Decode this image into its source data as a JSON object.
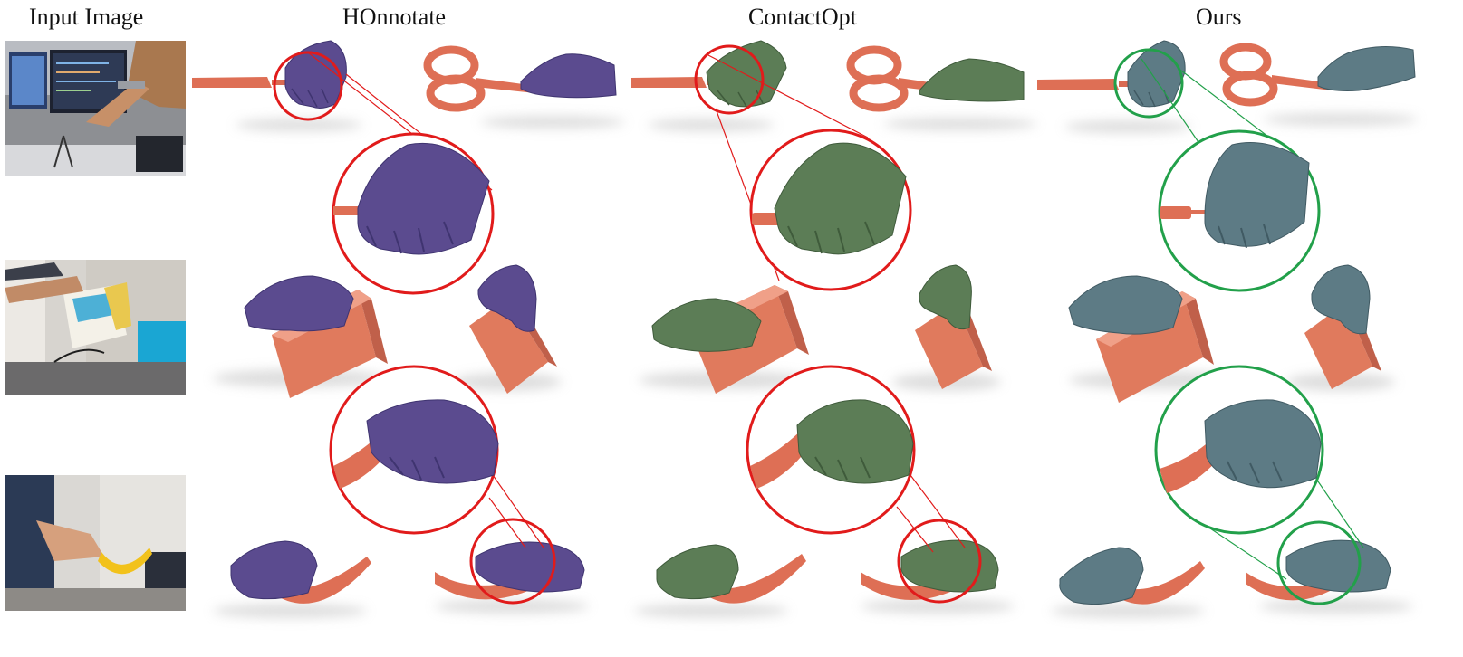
{
  "figure": {
    "columns": [
      "Input Image",
      "HOnnotate",
      "ContactOpt",
      "Ours"
    ],
    "rows": [
      {
        "object": "screwdriver",
        "comparison": "scissors"
      },
      {
        "object": "box",
        "comparison": "box"
      },
      {
        "object": "banana",
        "comparison": "banana"
      }
    ]
  },
  "colors": {
    "honnotate_hand": "#5b4b8f",
    "contactopt_hand": "#5c7d56",
    "ours_hand": "#5d7b85",
    "object": "#de6f55",
    "failure_circle": "#e11b1b",
    "success_circle": "#22a04a"
  }
}
